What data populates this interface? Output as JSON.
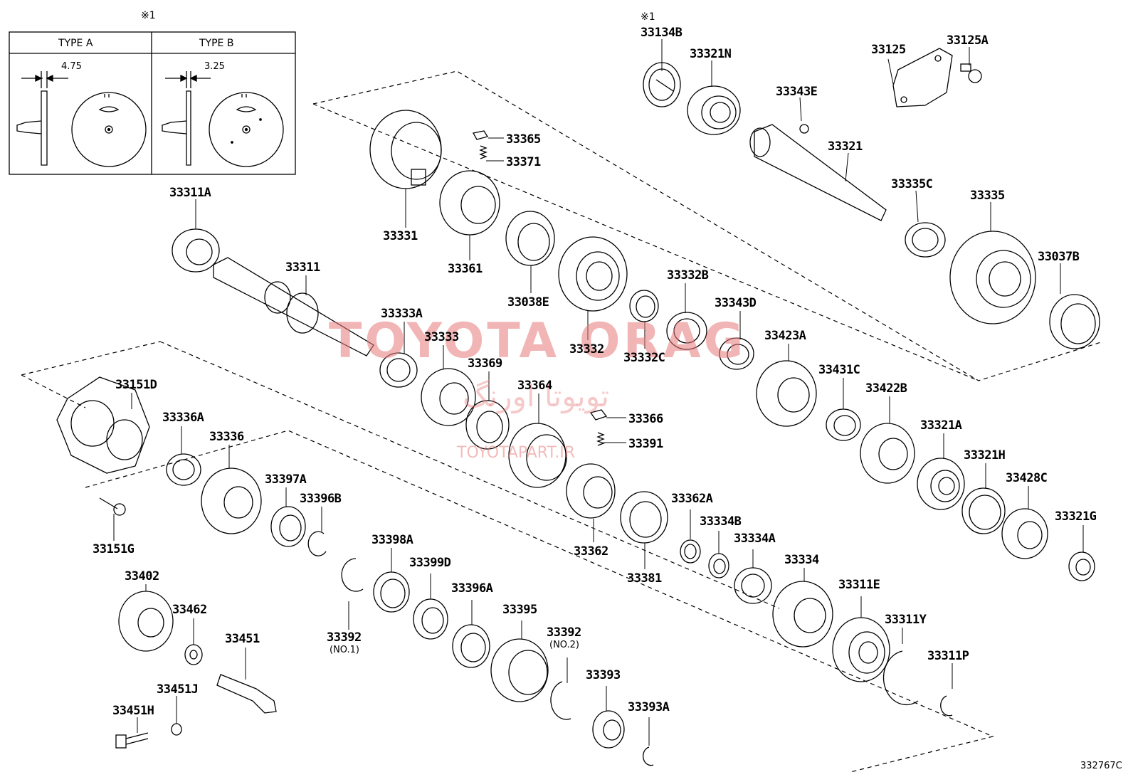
{
  "inset": {
    "mark": "※1",
    "type_a": {
      "title": "TYPE A",
      "dimension": "4.75"
    },
    "type_b": {
      "title": "TYPE B",
      "dimension": "3.25"
    }
  },
  "top_mark": "※1",
  "watermark": {
    "main": "TOYOTA ORAG",
    "farsi": "تویوتا اورنگ",
    "url": "TOYOTAPART.IR"
  },
  "diagram_code": "332767C",
  "parts": [
    {
      "id": "p33134B",
      "label": "33134B"
    },
    {
      "id": "p33321N",
      "label": "33321N"
    },
    {
      "id": "p33125",
      "label": "33125"
    },
    {
      "id": "p33125A",
      "label": "33125A"
    },
    {
      "id": "p33343E",
      "label": "33343E"
    },
    {
      "id": "p33321",
      "label": "33321"
    },
    {
      "id": "p33335C",
      "label": "33335C"
    },
    {
      "id": "p33335",
      "label": "33335"
    },
    {
      "id": "p33037B",
      "label": "33037B"
    },
    {
      "id": "p33365",
      "label": "33365"
    },
    {
      "id": "p33371",
      "label": "33371"
    },
    {
      "id": "p33331",
      "label": "33331"
    },
    {
      "id": "p33361",
      "label": "33361"
    },
    {
      "id": "p33311A",
      "label": "33311A"
    },
    {
      "id": "p33311",
      "label": "33311"
    },
    {
      "id": "p33038E",
      "label": "33038E"
    },
    {
      "id": "p33332B",
      "label": "33332B"
    },
    {
      "id": "p33343D",
      "label": "33343D"
    },
    {
      "id": "p33333A",
      "label": "33333A"
    },
    {
      "id": "p33333",
      "label": "33333"
    },
    {
      "id": "p33332",
      "label": "33332"
    },
    {
      "id": "p33332C",
      "label": "33332C"
    },
    {
      "id": "p33423A",
      "label": "33423A"
    },
    {
      "id": "p33369",
      "label": "33369"
    },
    {
      "id": "p33364",
      "label": "33364"
    },
    {
      "id": "p33431C",
      "label": "33431C"
    },
    {
      "id": "p33422B",
      "label": "33422B"
    },
    {
      "id": "p33151D",
      "label": "33151D"
    },
    {
      "id": "p33366",
      "label": "33366"
    },
    {
      "id": "p33391",
      "label": "33391"
    },
    {
      "id": "p33321A",
      "label": "33321A"
    },
    {
      "id": "p33336A",
      "label": "33336A"
    },
    {
      "id": "p33336",
      "label": "33336"
    },
    {
      "id": "p33321H",
      "label": "33321H"
    },
    {
      "id": "p33428C",
      "label": "33428C"
    },
    {
      "id": "p33397A",
      "label": "33397A"
    },
    {
      "id": "p33396B",
      "label": "33396B"
    },
    {
      "id": "p33362A",
      "label": "33362A"
    },
    {
      "id": "p33321G",
      "label": "33321G"
    },
    {
      "id": "p33334B",
      "label": "33334B"
    },
    {
      "id": "p33151G",
      "label": "33151G"
    },
    {
      "id": "p33398A",
      "label": "33398A"
    },
    {
      "id": "p33334A",
      "label": "33334A"
    },
    {
      "id": "p33362",
      "label": "33362"
    },
    {
      "id": "p33399D",
      "label": "33399D"
    },
    {
      "id": "p33334",
      "label": "33334"
    },
    {
      "id": "p33381",
      "label": "33381"
    },
    {
      "id": "p33402",
      "label": "33402"
    },
    {
      "id": "p33396A",
      "label": "33396A"
    },
    {
      "id": "p33311E",
      "label": "33311E"
    },
    {
      "id": "p33462",
      "label": "33462"
    },
    {
      "id": "p33395",
      "label": "33395"
    },
    {
      "id": "p33311Y",
      "label": "33311Y"
    },
    {
      "id": "p33451",
      "label": "33451"
    },
    {
      "id": "p33392n1",
      "label": "33392",
      "note": "(NO.1)"
    },
    {
      "id": "p33392n2",
      "label": "33392",
      "note": "(NO.2)"
    },
    {
      "id": "p33311P",
      "label": "33311P"
    },
    {
      "id": "p33393",
      "label": "33393"
    },
    {
      "id": "p33451J",
      "label": "33451J"
    },
    {
      "id": "p33451H",
      "label": "33451H"
    },
    {
      "id": "p33393A",
      "label": "33393A"
    }
  ]
}
